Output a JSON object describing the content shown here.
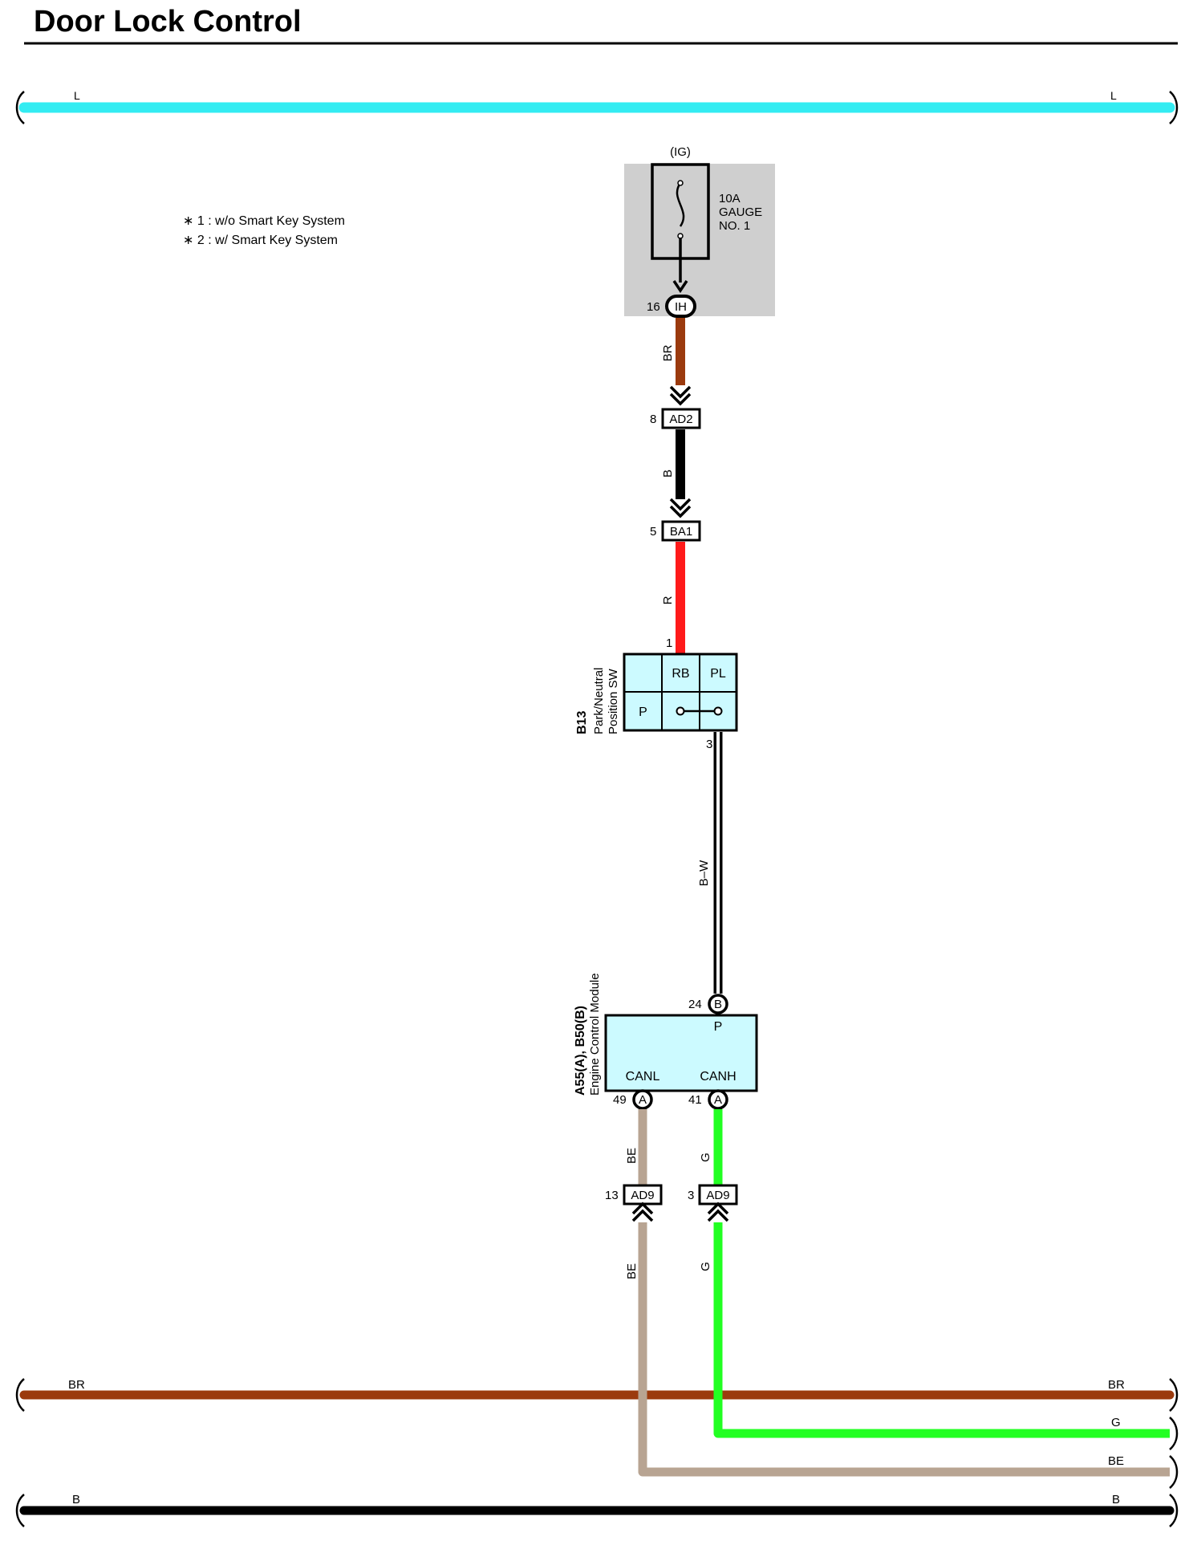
{
  "title": "Door Lock Control",
  "notes": [
    "∗ 1 : w/o Smart Key System",
    "∗ 2 : w/ Smart Key System"
  ],
  "colors": {
    "L": "#33ecf2",
    "BR": "#9b3a0e",
    "B": "#000000",
    "R": "#ff1a1a",
    "G": "#22ff22",
    "BE": "#b8a492",
    "BW": "#000000",
    "fuse_bg": "#cfcfcf",
    "component_fill": "#ccfaff"
  },
  "fuse": {
    "ig": "(IG)",
    "line1": "10A",
    "line2": "GAUGE",
    "line3": "NO. 1"
  },
  "connectors": {
    "ih": {
      "pin": "16",
      "name": "IH"
    },
    "ad2": {
      "pin": "8",
      "name": "AD2"
    },
    "ba1": {
      "pin": "5",
      "name": "BA1"
    },
    "ad9_be": {
      "pin": "13",
      "name": "AD9"
    },
    "ad9_g": {
      "pin": "3",
      "name": "AD9"
    }
  },
  "wires": {
    "l_left": "L",
    "l_right": "L",
    "br_vertical": "BR",
    "b_vertical": "B",
    "r_vertical": "R",
    "bw_vertical": "B–W",
    "be_upper": "BE",
    "be_lower": "BE",
    "g_upper": "G",
    "g_lower": "G",
    "br_bus_left": "BR",
    "br_bus_right": "BR",
    "g_bus_right": "G",
    "be_bus_right": "BE",
    "b_bus_left": "B",
    "b_bus_right": "B"
  },
  "switch": {
    "code": "B13",
    "name_line1": "Park/Neutral",
    "name_line2": "Position SW",
    "pin_in": "1",
    "pin_out": "3",
    "cell_rb": "RB",
    "cell_pl": "PL",
    "cell_p": "P"
  },
  "ecm": {
    "code": "A55(A), B50(B)",
    "name": "Engine Control Module",
    "pin_p_no": "24",
    "pin_p_conn": "B",
    "pin_p_label": "P",
    "pin_canl_no": "49",
    "pin_canl_conn": "A",
    "pin_canl_label": "CANL",
    "pin_canh_no": "41",
    "pin_canh_conn": "A",
    "pin_canh_label": "CANH"
  }
}
